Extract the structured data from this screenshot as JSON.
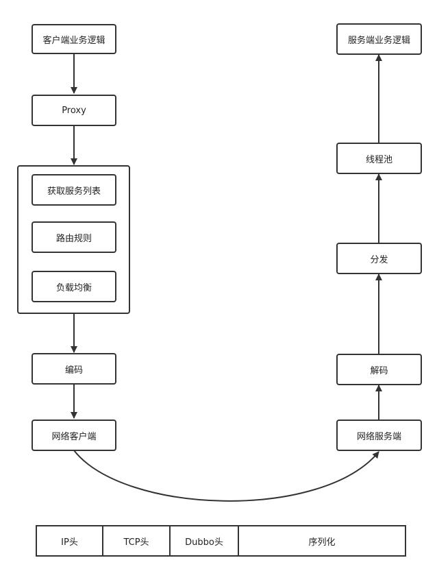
{
  "client": {
    "business": "客户端业务逻辑",
    "proxy": "Proxy",
    "get_list": "获取服务列表",
    "route": "路由规则",
    "load_balance": "负载均衡",
    "encode": "编码",
    "net": "网络客户端"
  },
  "server": {
    "business": "服务端业务逻辑",
    "pool": "线程池",
    "dispatch": "分发",
    "decode": "解码",
    "net": "网络服务端"
  },
  "packet": [
    "IP头",
    "TCP头",
    "Dubbo头",
    "序列化"
  ],
  "colors": {
    "stroke": "#333333",
    "background": "#ffffff"
  }
}
